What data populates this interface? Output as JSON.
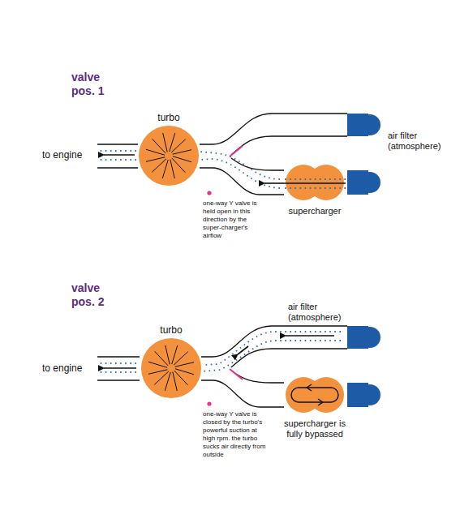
{
  "diagram": {
    "nodes": [
      {
        "text": [
          "turbo"
        ]
      },
      {
        "text": [
          "supercharger"
        ]
      },
      {
        "text": [
          "turbo"
        ]
      },
      {
        "text": [
          "supercharger is fully bypassed"
        ]
      }
    ],
    "labels": [
      "valve pos. 1",
      "to engine",
      "one-way Y valve is held open in this direction by the super-charger's airflow",
      "air filter (atmosphere)",
      "valve pos. 2",
      "to engine",
      "one-way Y valve is closed by the turbo's powerful suction at high rpm. the turbo sucks air directly from outside",
      "air filter (atmosphere)"
    ]
  }
}
